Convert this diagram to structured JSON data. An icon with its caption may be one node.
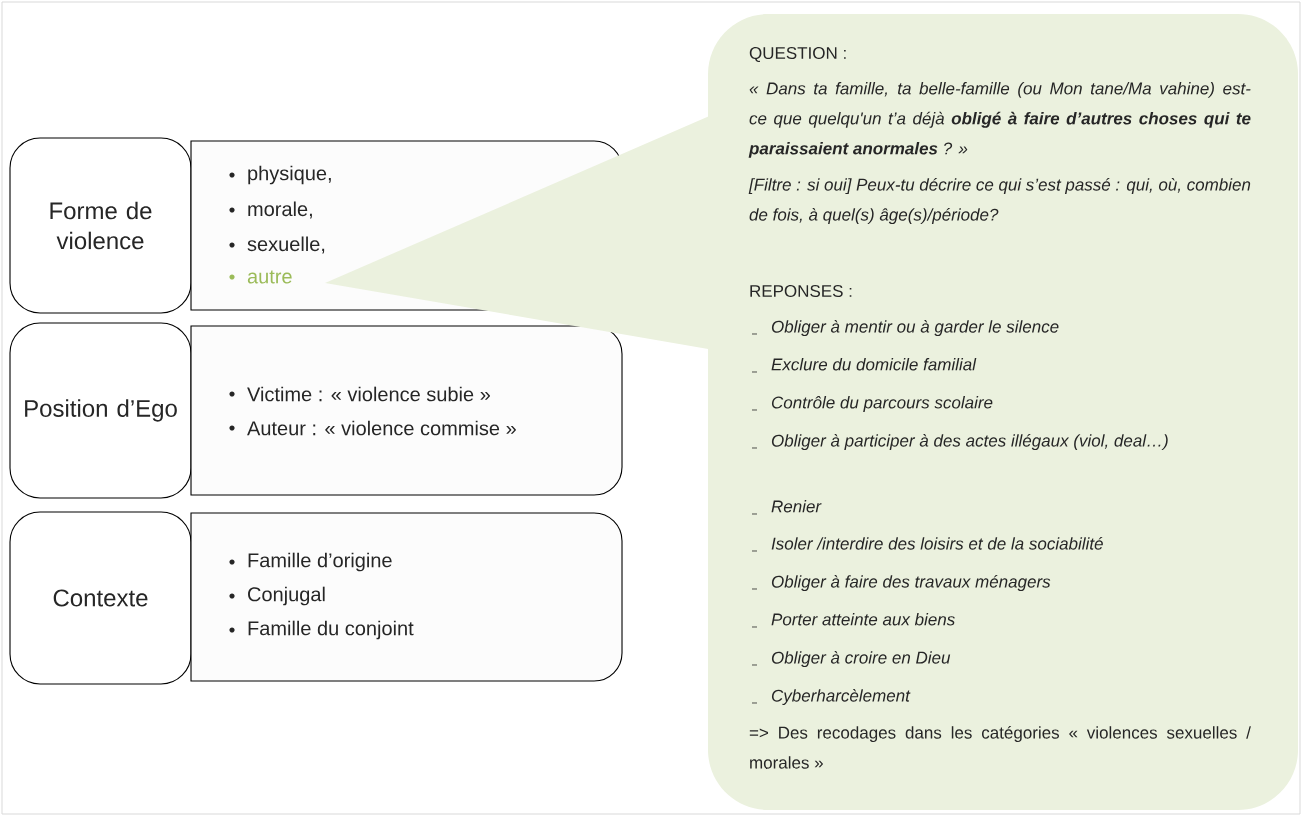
{
  "diagram": {
    "nodes": [
      {
        "text": [
          "Forme de violence"
        ]
      },
      {
        "text": [
          "physique,",
          "morale,",
          "sexuelle,",
          "autre"
        ]
      },
      {
        "text": [
          "Position d’Ego"
        ]
      },
      {
        "text": [
          "Victime : « violence subie »",
          "Auteur : « violence commise »"
        ]
      },
      {
        "text": [
          "Contexte"
        ]
      },
      {
        "text": [
          "Famille d’origine",
          "Conjugal",
          "Famille du conjoint"
        ]
      },
      {
        "text": [
          "QUESTION :",
          "« Dans ta famille, ta belle-famille (ou Mon tane/Ma vahine) est-ce que quelqu'un t’a déjà **obligé à faire d’autres choses qui te paraissaient anormales** ? »",
          "[Filtre : si oui] Peux-tu décrire ce qui s’est passé : qui, où, combien de fois, à quel(s) âge(s)/période?",
          "REPONSES :",
          "Obliger à mentir ou à garder le silence",
          "Exclure du domicile familial",
          "Contrôle du parcours scolaire",
          "Obliger à participer à des actes illégaux (viol, deal…)",
          "Renier",
          "Isoler /interdire des loisirs et de la sociabilité",
          "Obliger à faire des travaux ménagers",
          "Porter atteinte aux biens",
          "Obliger à croire en Dieu",
          "Cyberharcèlement",
          "=> Des recodages dans les catégories « violences sexuelles / morales »"
        ]
      }
    ],
    "edges": [
      {
        "from": 6,
        "to": 1,
        "arrow": "to"
      }
    ]
  }
}
